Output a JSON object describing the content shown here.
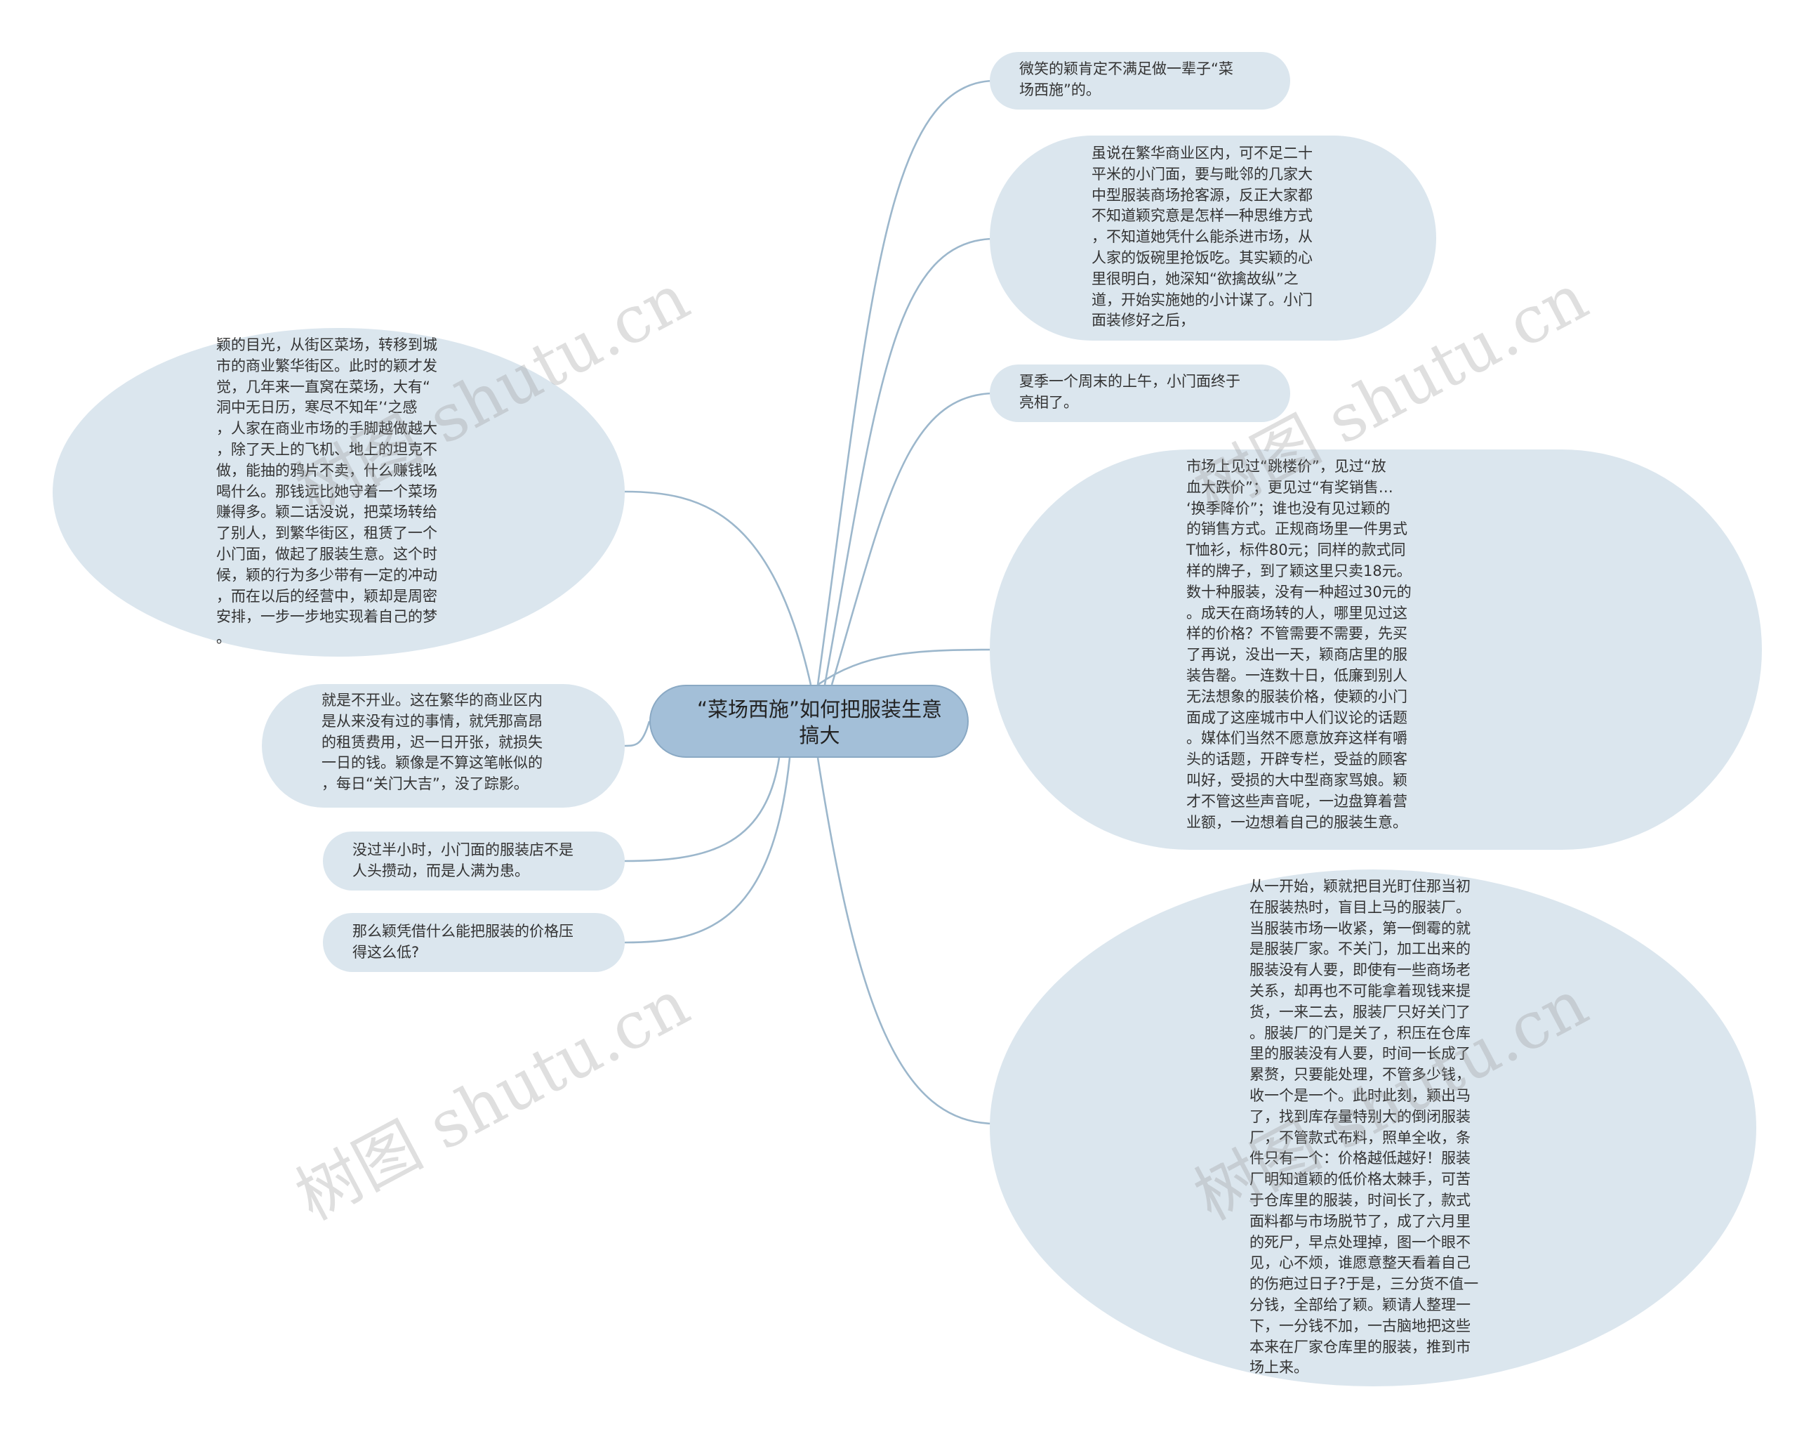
{
  "center": {
    "title": "“菜场西施”如何把服装生意搞大"
  },
  "nodes": {
    "r1": "微笑的颖肯定不满足做一辈子“菜\n场西施”的。",
    "r2": "虽说在繁华商业区内，可不足二十\n平米的小门面，要与毗邻的几家大\n中型服装商场抢客源，反正大家都\n不知道颖究意是怎样一种思维方式\n，不知道她凭什么能杀进市场，从\n人家的饭碗里抢饭吃。其实颖的心\n里很明白，她深知“欲擒故纵”之\n道，开始实施她的小计谋了。小门\n面装修好之后，",
    "r3": "夏季一个周末的上午，小门面终于\n亮相了。",
    "r4": "市场上见过“跳楼价”，见过“放\n血大跌价”；更见过“有奖销售…\n‘换季降价”；谁也没有见过颖的\n的销售方式。正规商场里一件男式\nT恤衫，标件80元；同样的款式同\n样的牌子，到了颖这里只卖18元。\n数十种服装，没有一种超过30元的\n。成天在商场转的人，哪里见过这\n样的价格？不管需要不需要，先买\n了再说，没出一天，颖商店里的服\n装告罄。一连数十日，低廉到别人\n无法想象的服装价格，使颖的小门\n面成了这座城市中人们议论的话题\n。媒体们当然不愿意放弃这样有嚼\n头的话题，开辟专栏，受益的顾客\n叫好，受损的大中型商家骂娘。颖\n才不管这些声音呢，一边盘算着营\n业额，一边想着自己的服装生意。",
    "r5": "从一开始，颖就把目光盯住那当初\n在服装热时，盲目上马的服装厂。\n当服装市场一收紧，第一倒霉的就\n是服装厂家。不关门，加工出来的\n服装没有人要，即使有一些商场老\n关系，却再也不可能拿着现钱来提\n货，一来二去，服装厂只好关门了\n。服装厂的门是关了，积压在仓库\n里的服装没有人要，时间一长成了\n累赘，只要能处理，不管多少钱，\n收一个是一个。此时此刻，颖出马\n了，找到库存量特别大的倒闭服装\n厂，不管款式布料，照单全收，条\n件只有一个：价格越低越好！服装\n厂明知道颖的低价格太棘手，可苦\n于仓库里的服装，时间长了，款式\n面料都与市场脱节了，成了六月里\n的死尸，早点处理掉，图一个眼不\n见，心不烦，谁愿意整天看着自己\n的伤疤过日子?于是，三分货不值一\n分钱，全部给了颖。颖请人整理一\n下，一分钱不加，一古脑地把这些\n本来在厂家仓库里的服装，推到市\n场上来。",
    "l1": "颖的目光，从街区菜场，转移到城\n市的商业繁华街区。此时的颖才发\n觉，几年来一直窝在菜场，大有“\n洞中无日历，寒尽不知年’‘之感\n，人家在商业市场的手脚越做越大\n，除了天上的飞机、地上的坦克不\n做，能抽的鸦片不卖，什么赚钱吆\n喝什么。那钱远比她守着一个菜场\n赚得多。颖二话没说，把菜场转给\n了别人，到繁华街区，租赁了一个\n小门面，做起了服装生意。这个时\n候，颖的行为多少带有一定的冲动\n，而在以后的经营中，颖却是周密\n安排，一步一步地实现着自己的梦\n。",
    "l2": "就是不开业。这在繁华的商业区内\n是从来没有过的事情，就凭那高昂\n的租赁费用，迟一日开张，就损失\n一日的钱。颖像是不算这笔帐似的\n，每日“关门大吉”，没了踪影。",
    "l3": "没过半小时，小门面的服装店不是\n人头攒动，而是人满为患。",
    "l4": "那么颖凭借什么能把服装的价格压\n得这么低?"
  },
  "watermarks": [
    "树图 shutu.cn",
    "树图 shutu.cn",
    "树图 shutu.cn",
    "树图 shutu.cn"
  ],
  "colors": {
    "node_fill": "#dbe6ee",
    "center_fill": "#a3bfd8",
    "edge": "#9cb7cc"
  }
}
